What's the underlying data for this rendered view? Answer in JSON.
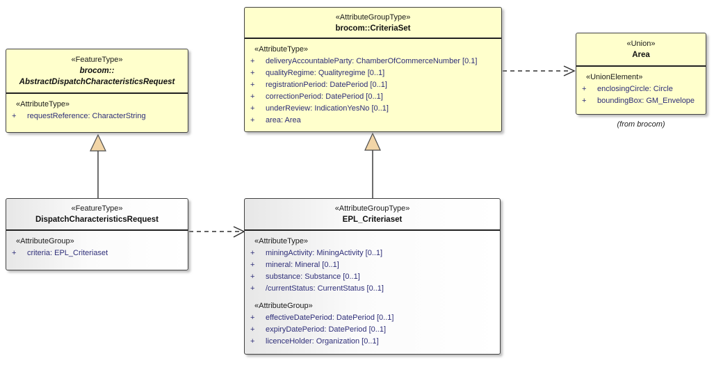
{
  "diagram_type": "uml-class-diagram",
  "colors": {
    "class_fill_yellow": "#ffffcc",
    "class_fill_white": "#ffffff",
    "class_fill_white_gradient_edge": "#e7e7e7",
    "border": "#404040",
    "attribute_text": "#2d2d78",
    "stereotype_text": "#1a1a1a",
    "generalization_arrow_fill": "#f2d5a7",
    "connector_line": "#2f2f2f"
  },
  "boxes": {
    "abstract": {
      "stereotype": "«FeatureType»",
      "name_line1": "brocom::",
      "name_line2": "AbstractDispatchCharacteristicsRequest",
      "attr_header": "«AttributeType»",
      "attrs": [
        {
          "vis": "+",
          "text": "requestReference: CharacterString"
        }
      ]
    },
    "criteriaSet": {
      "stereotype": "«AttributeGroupType»",
      "name": "brocom::CriteriaSet",
      "attr_header": "«AttributeType»",
      "attrs": [
        {
          "vis": "+",
          "text": "deliveryAccountableParty: ChamberOfCommerceNumber [0.1]"
        },
        {
          "vis": "+",
          "text": "qualityRegime: Qualityregime [0..1]"
        },
        {
          "vis": "+",
          "text": "registrationPeriod: DatePeriod [0..1]"
        },
        {
          "vis": "+",
          "text": "correctionPeriod: DatePeriod [0..1]"
        },
        {
          "vis": "+",
          "text": "underReview: IndicationYesNo [0..1]"
        },
        {
          "vis": "+",
          "text": "area: Area"
        }
      ]
    },
    "area": {
      "stereotype": "«Union»",
      "name": "Area",
      "attr_header": "«UnionElement»",
      "attrs": [
        {
          "vis": "+",
          "text": "enclosingCircle: Circle"
        },
        {
          "vis": "+",
          "text": "boundingBox: GM_Envelope"
        }
      ],
      "caption": "(from brocom)"
    },
    "dispatch": {
      "stereotype": "«FeatureType»",
      "name": "DispatchCharacteristicsRequest",
      "attr_header": "«AttributeGroup»",
      "attrs": [
        {
          "vis": "+",
          "text": "criteria: EPL_Criteriaset"
        }
      ]
    },
    "epl": {
      "stereotype": "«AttributeGroupType»",
      "name": "EPL_Criteriaset",
      "attr_header1": "«AttributeType»",
      "attrs1": [
        {
          "vis": "+",
          "text": "miningActivity: MiningActivity [0..1]"
        },
        {
          "vis": "+",
          "text": "mineral: Mineral [0..1]"
        },
        {
          "vis": "+",
          "text": "substance: Substance [0..1]"
        },
        {
          "vis": "+",
          "text": "/currentStatus: CurrentStatus [0..1]"
        }
      ],
      "attr_header2": "«AttributeGroup»",
      "attrs2": [
        {
          "vis": "+",
          "text": "effectiveDatePeriod: DatePeriod [0..1]"
        },
        {
          "vis": "+",
          "text": "expiryDatePeriod: DatePeriod [0..1]"
        },
        {
          "vis": "+",
          "text": "licenceHolder: Organization [0..1]"
        }
      ]
    }
  },
  "relationships": [
    {
      "type": "generalization",
      "from": "DispatchCharacteristicsRequest",
      "to": "brocom::AbstractDispatchCharacteristicsRequest"
    },
    {
      "type": "generalization",
      "from": "EPL_Criteriaset",
      "to": "brocom::CriteriaSet"
    },
    {
      "type": "dependency",
      "from": "DispatchCharacteristicsRequest",
      "to": "EPL_Criteriaset"
    },
    {
      "type": "dependency",
      "from": "brocom::CriteriaSet",
      "to": "Area"
    }
  ]
}
